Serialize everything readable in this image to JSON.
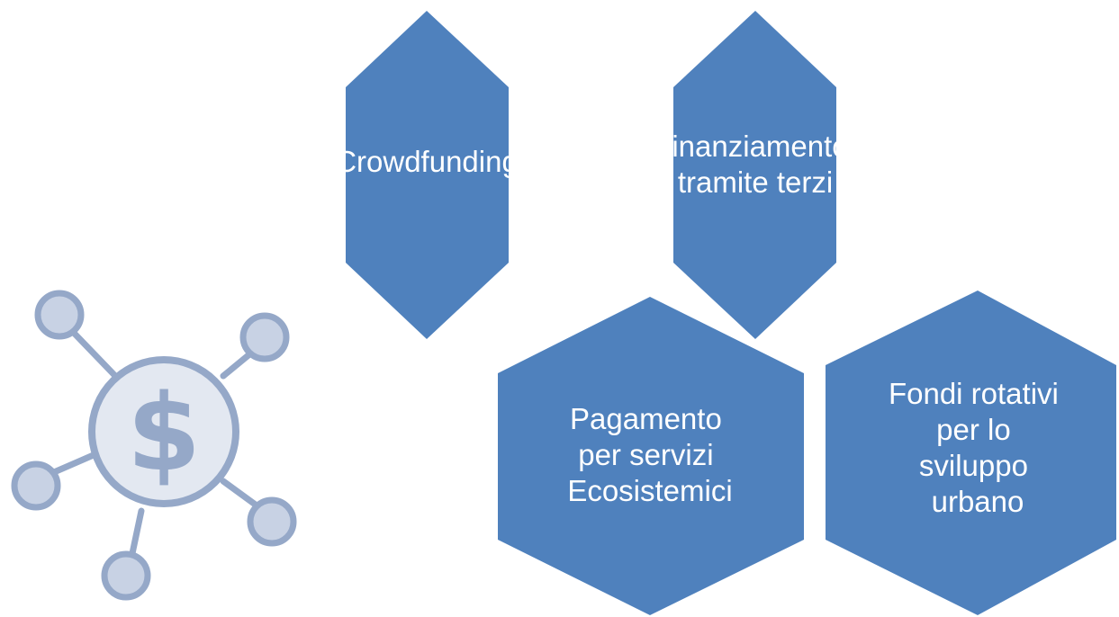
{
  "colors": {
    "hexagon_fill": "#4f81bd",
    "hexagon_text": "#ffffff",
    "icon_fill": "#c8d2e4",
    "icon_stroke": "#95a8c8",
    "icon_symbol": "#95a8c8",
    "background": "#ffffff"
  },
  "icon": {
    "name": "dollar-network-icon",
    "symbol": "$"
  },
  "hexagons": [
    {
      "id": "crowdfunding",
      "lines": [
        "Crowdfunding"
      ]
    },
    {
      "id": "finanziamento",
      "lines": [
        "Finanziamento",
        "tramite terzi"
      ]
    },
    {
      "id": "pagamento",
      "lines": [
        "Pagamento",
        "per servizi",
        "Ecosistemici"
      ]
    },
    {
      "id": "fondi",
      "lines": [
        "Fondi rotativi",
        "per lo",
        "sviluppo",
        "urbano"
      ]
    }
  ]
}
